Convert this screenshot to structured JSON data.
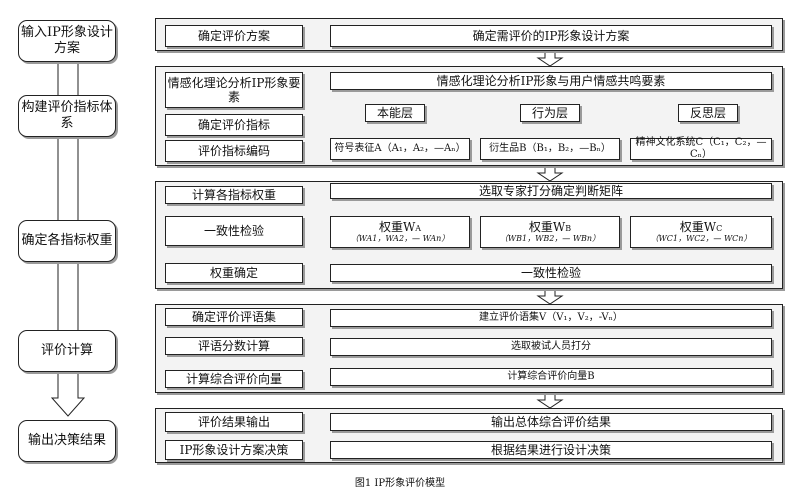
{
  "left_steps": [
    {
      "label": "输入IP形象设计方案"
    },
    {
      "label": "构建评价指标体系"
    },
    {
      "label": "确定各指标权重"
    },
    {
      "label": "评价计算"
    },
    {
      "label": "输出决策结果"
    }
  ],
  "sections": {
    "s1": {
      "left": [
        "确定评价方案"
      ],
      "main": "确定需评价的IP形象设计方案"
    },
    "s2": {
      "left": [
        "情感化理论分析IP形象要素",
        "确定评价指标",
        "评价指标编码"
      ],
      "main": "情感化理论分析IP形象与用户情感共鸣要素",
      "layers": [
        {
          "name": "本能层",
          "code": "符号表征A（A₁，A₂，—Aₙ）"
        },
        {
          "name": "行为层",
          "code": "衍生品B（B₁，B₂，—Bₙ）"
        },
        {
          "name": "反思层",
          "code": "精神文化系统C（C₁，C₂，—Cₙ）"
        }
      ]
    },
    "s3": {
      "left": [
        "计算各指标权重",
        "一致性检验",
        "权重确定"
      ],
      "main": "选取专家打分确定判断矩阵",
      "weights": [
        {
          "name": "权重W",
          "sub": "A",
          "items": "（WA1，WA2，— WAn）"
        },
        {
          "name": "权重W",
          "sub": "B",
          "items": "（WB1，WB2，— WBn）"
        },
        {
          "name": "权重W",
          "sub": "C",
          "items": "（WC1，WC2，— WCn）"
        }
      ],
      "bottom": "一致性检验"
    },
    "s4": {
      "left": [
        "确定评价评语集",
        "评语分数计算",
        "计算综合评价向量"
      ],
      "rows": [
        "建立评价语集V（V₁，V₂，-Vₙ）",
        "选取被试人员打分",
        "计算综合评价向量B"
      ]
    },
    "s5": {
      "left": [
        "评价结果输出",
        "IP形象设计方案决策"
      ],
      "rows": [
        "输出总体综合评价结果",
        "根据结果进行设计决策"
      ]
    }
  },
  "caption": "图1 IP形象评价模型"
}
